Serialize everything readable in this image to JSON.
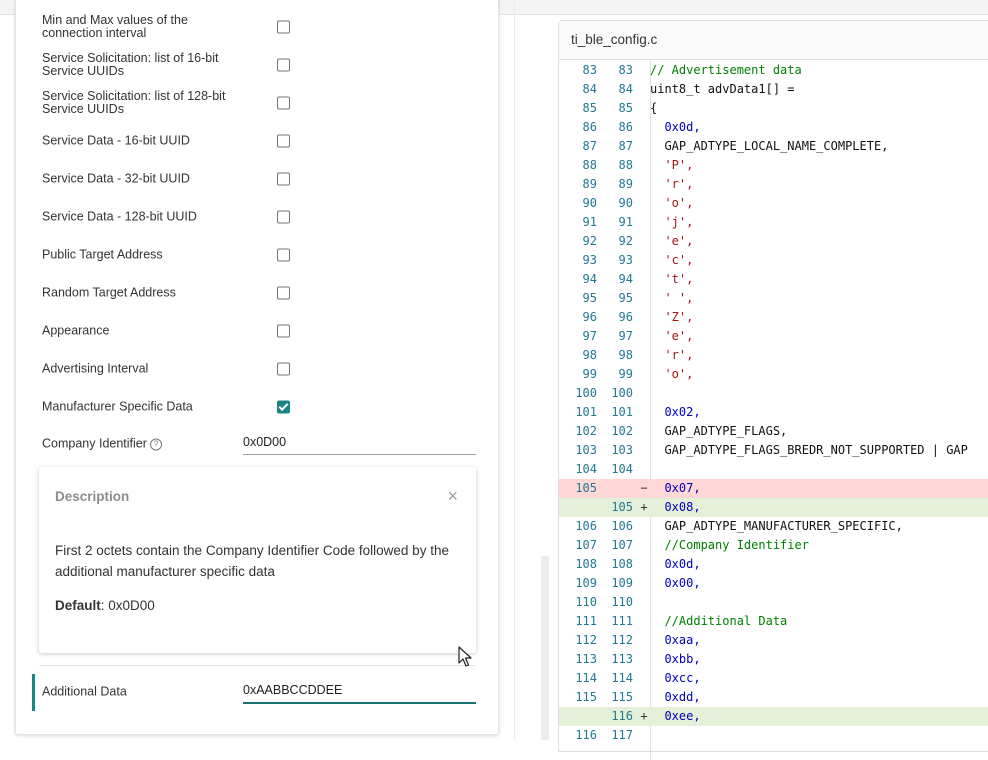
{
  "left": {
    "options": [
      {
        "label": "Min and Max values of the connection interval",
        "checked": false
      },
      {
        "label": "Service Solicitation: list of 16-bit Service UUIDs",
        "checked": false
      },
      {
        "label": "Service Solicitation: list of 128-bit Service UUIDs",
        "checked": false
      },
      {
        "label": "Service Data - 16-bit UUID",
        "checked": false
      },
      {
        "label": "Service Data - 32-bit UUID",
        "checked": false
      },
      {
        "label": "Service Data - 128-bit UUID",
        "checked": false
      },
      {
        "label": "Public Target Address",
        "checked": false
      },
      {
        "label": "Random Target Address",
        "checked": false
      },
      {
        "label": "Appearance",
        "checked": false
      },
      {
        "label": "Advertising Interval",
        "checked": false
      },
      {
        "label": "Manufacturer Specific Data",
        "checked": true
      }
    ],
    "company_identifier": {
      "label": "Company Identifier",
      "help_icon": "?",
      "value": "0x0D00"
    },
    "description": {
      "title": "Description",
      "close_icon": "×",
      "text": "First 2 octets contain the Company Identifier Code followed by the additional manufacturer specific data",
      "default_label": "Default",
      "default_value": ": 0x0D00"
    },
    "additional_data": {
      "label": "Additional Data",
      "value": "0xAABBCCDDEE"
    }
  },
  "code": {
    "filename": "ti_ble_config.c",
    "lines": [
      {
        "old": "83",
        "new": "83",
        "mark": "",
        "type": "normal",
        "text": "// Advertisement data",
        "cls": "c-comment"
      },
      {
        "old": "84",
        "new": "84",
        "mark": "",
        "type": "normal",
        "text": "uint8_t advData1[] =",
        "cls": "c-plain"
      },
      {
        "old": "85",
        "new": "85",
        "mark": "",
        "type": "normal",
        "text": "{",
        "cls": "c-plain"
      },
      {
        "old": "86",
        "new": "86",
        "mark": "",
        "type": "normal",
        "text": "  0x0d,",
        "cls": "c-hex"
      },
      {
        "old": "87",
        "new": "87",
        "mark": "",
        "type": "normal",
        "text": "  GAP_ADTYPE_LOCAL_NAME_COMPLETE,",
        "cls": "c-plain"
      },
      {
        "old": "88",
        "new": "88",
        "mark": "",
        "type": "normal",
        "text": "  'P',",
        "cls": "c-str"
      },
      {
        "old": "89",
        "new": "89",
        "mark": "",
        "type": "normal",
        "text": "  'r',",
        "cls": "c-str"
      },
      {
        "old": "90",
        "new": "90",
        "mark": "",
        "type": "normal",
        "text": "  'o',",
        "cls": "c-str"
      },
      {
        "old": "91",
        "new": "91",
        "mark": "",
        "type": "normal",
        "text": "  'j',",
        "cls": "c-str"
      },
      {
        "old": "92",
        "new": "92",
        "mark": "",
        "type": "normal",
        "text": "  'e',",
        "cls": "c-str"
      },
      {
        "old": "93",
        "new": "93",
        "mark": "",
        "type": "normal",
        "text": "  'c',",
        "cls": "c-str"
      },
      {
        "old": "94",
        "new": "94",
        "mark": "",
        "type": "normal",
        "text": "  't',",
        "cls": "c-str"
      },
      {
        "old": "95",
        "new": "95",
        "mark": "",
        "type": "normal",
        "text": "  ' ',",
        "cls": "c-str"
      },
      {
        "old": "96",
        "new": "96",
        "mark": "",
        "type": "normal",
        "text": "  'Z',",
        "cls": "c-str"
      },
      {
        "old": "97",
        "new": "97",
        "mark": "",
        "type": "normal",
        "text": "  'e',",
        "cls": "c-str"
      },
      {
        "old": "98",
        "new": "98",
        "mark": "",
        "type": "normal",
        "text": "  'r',",
        "cls": "c-str"
      },
      {
        "old": "99",
        "new": "99",
        "mark": "",
        "type": "normal",
        "text": "  'o',",
        "cls": "c-str"
      },
      {
        "old": "100",
        "new": "100",
        "mark": "",
        "type": "normal",
        "text": "",
        "cls": "c-plain"
      },
      {
        "old": "101",
        "new": "101",
        "mark": "",
        "type": "normal",
        "text": "  0x02,",
        "cls": "c-hex"
      },
      {
        "old": "102",
        "new": "102",
        "mark": "",
        "type": "normal",
        "text": "  GAP_ADTYPE_FLAGS,",
        "cls": "c-plain"
      },
      {
        "old": "103",
        "new": "103",
        "mark": "",
        "type": "normal",
        "text": "  GAP_ADTYPE_FLAGS_BREDR_NOT_SUPPORTED | GAP",
        "cls": "c-plain"
      },
      {
        "old": "104",
        "new": "104",
        "mark": "",
        "type": "normal",
        "text": "",
        "cls": "c-plain"
      },
      {
        "old": "105",
        "new": "",
        "mark": "−",
        "type": "removed",
        "text": "  0x07,",
        "cls": "c-hex"
      },
      {
        "old": "",
        "new": "105",
        "mark": "+",
        "type": "added",
        "text": "  0x08,",
        "cls": "c-hex"
      },
      {
        "old": "106",
        "new": "106",
        "mark": "",
        "type": "normal",
        "text": "  GAP_ADTYPE_MANUFACTURER_SPECIFIC,",
        "cls": "c-plain"
      },
      {
        "old": "107",
        "new": "107",
        "mark": "",
        "type": "normal",
        "text": "  //Company Identifier",
        "cls": "c-comment"
      },
      {
        "old": "108",
        "new": "108",
        "mark": "",
        "type": "normal",
        "text": "  0x0d,",
        "cls": "c-hex"
      },
      {
        "old": "109",
        "new": "109",
        "mark": "",
        "type": "normal",
        "text": "  0x00,",
        "cls": "c-hex"
      },
      {
        "old": "110",
        "new": "110",
        "mark": "",
        "type": "normal",
        "text": "",
        "cls": "c-plain"
      },
      {
        "old": "111",
        "new": "111",
        "mark": "",
        "type": "normal",
        "text": "  //Additional Data",
        "cls": "c-comment"
      },
      {
        "old": "112",
        "new": "112",
        "mark": "",
        "type": "normal",
        "text": "  0xaa,",
        "cls": "c-hex"
      },
      {
        "old": "113",
        "new": "113",
        "mark": "",
        "type": "normal",
        "text": "  0xbb,",
        "cls": "c-hex"
      },
      {
        "old": "114",
        "new": "114",
        "mark": "",
        "type": "normal",
        "text": "  0xcc,",
        "cls": "c-hex"
      },
      {
        "old": "115",
        "new": "115",
        "mark": "",
        "type": "normal",
        "text": "  0xdd,",
        "cls": "c-hex"
      },
      {
        "old": "",
        "new": "116",
        "mark": "+",
        "type": "added",
        "text": "  0xee,",
        "cls": "c-hex"
      },
      {
        "old": "116",
        "new": "117",
        "mark": "",
        "type": "normal",
        "text": "",
        "cls": "c-plain"
      }
    ]
  },
  "colors": {
    "accent": "#1a8584",
    "removed_bg": "#ffd7d7",
    "added_bg": "#e5f0d8"
  }
}
